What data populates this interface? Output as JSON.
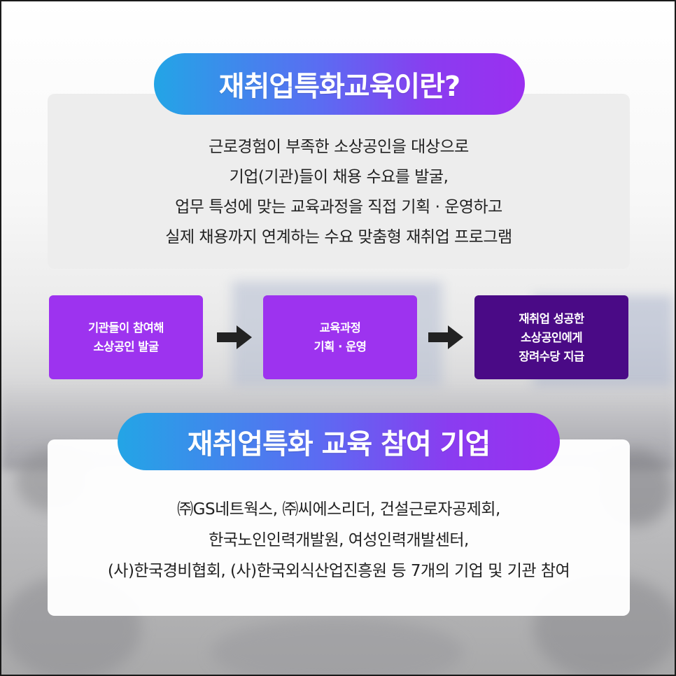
{
  "header1": {
    "title": "재취업특화교육이란?"
  },
  "intro": {
    "lines": [
      "근로경험이 부족한 소상공인을 대상으로",
      "기업(기관)들이 채용 수요를 발굴,",
      "업무 특성에 맞는 교육과정을 직접 기획 · 운영하고",
      "실제 채용까지 연계하는 수요 맞춤형 재취업 프로그램"
    ]
  },
  "steps": [
    {
      "lines": [
        "기관들이 참여해",
        "소상공인 발굴"
      ]
    },
    {
      "lines": [
        "교육과정",
        "기획 · 운영"
      ]
    },
    {
      "lines": [
        "재취업 성공한",
        "소상공인에게",
        "장려수당 지급"
      ]
    }
  ],
  "header2": {
    "title": "재취업특화 교육 참여 기업"
  },
  "participants": {
    "lines": [
      "㈜GS네트웍스, ㈜씨에스리더, 건설근로자공제회,",
      "한국노인인력개발원, 여성인력개발센터,",
      "(사)한국경비협회, (사)한국외식산업진흥원 등 7개의 기업 및 기관 참여"
    ]
  },
  "colors": {
    "pill_gradient_start": "#23a5e6",
    "pill_gradient_end": "#9b2ff0",
    "step_purple": "#9d33ef",
    "step_dark_purple": "#4a0a86",
    "arrow": "#222222"
  },
  "icons": [
    "arrow-right-icon",
    "arrow-right-icon"
  ]
}
